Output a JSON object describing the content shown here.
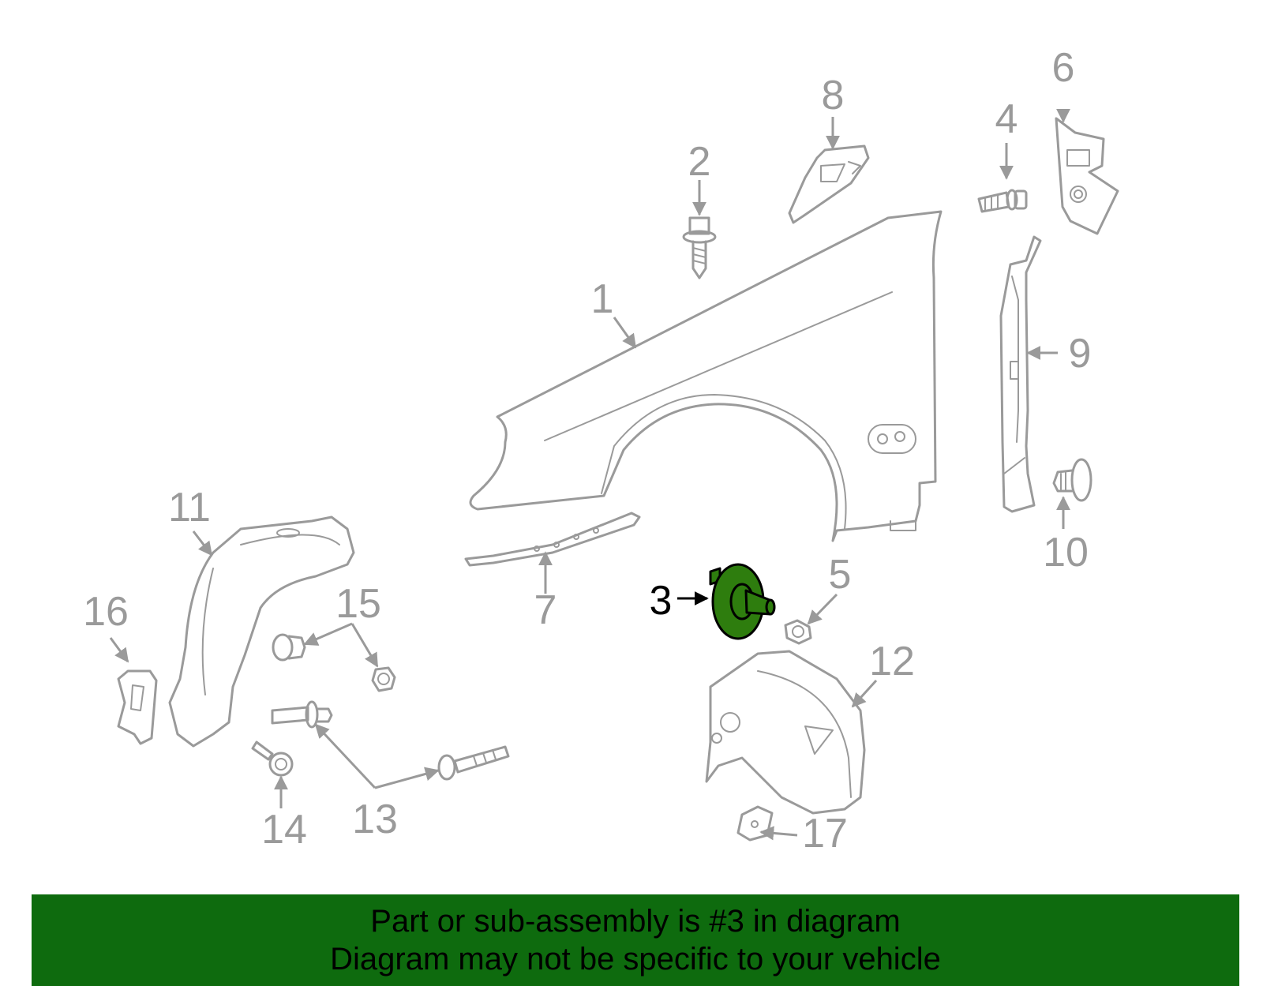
{
  "callouts": [
    "1",
    "2",
    "3",
    "4",
    "5",
    "6",
    "7",
    "8",
    "9",
    "10",
    "11",
    "12",
    "13",
    "14",
    "15",
    "16",
    "17"
  ],
  "highlighted_part": "3",
  "colors": {
    "highlight": "#2e7d0e",
    "banner": "#0e6b0e",
    "line_art": "#9a9a9a"
  },
  "banner": {
    "line1": "Part or sub-assembly is #3 in diagram",
    "line2": "Diagram may not be specific to your vehicle"
  }
}
